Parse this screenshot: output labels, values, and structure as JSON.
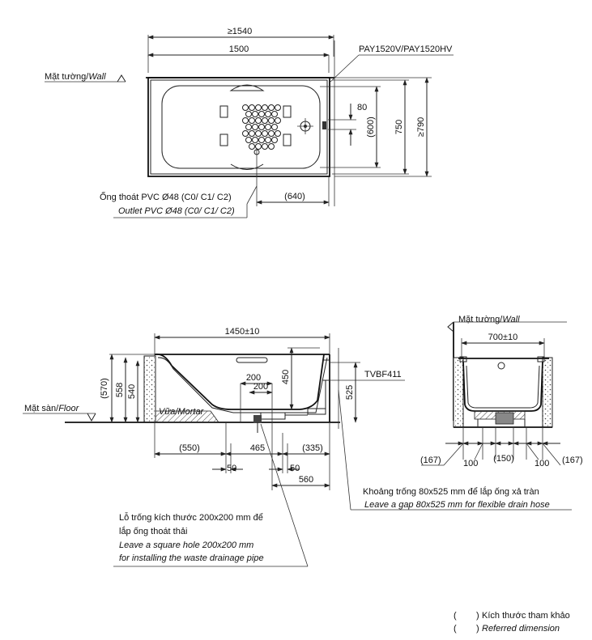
{
  "top_view": {
    "wall_label_vi": "Mặt tường/",
    "wall_label_en": "Wall",
    "model": "PAY1520V/PAY1520HV",
    "dims": {
      "overall_length": "≥1540",
      "length": "1500",
      "outlet_offset": "(640)",
      "overflow_80": "80",
      "inner_600": "(600)",
      "width_750": "750",
      "overall_width": "≥790"
    },
    "outlet_label_vi": "Ống thoát PVC Ø48 (C0/ C1/ C2)",
    "outlet_label_en": "Outlet PVC Ø48 (C0/ C1/ C2)"
  },
  "side_view": {
    "floor_label_vi": "Mặt sàn/",
    "floor_label_en": "Floor",
    "mortar_label": "Vữa/Mortar",
    "drain_model": "TVBF411",
    "dims": {
      "length_tol": "1450±10",
      "h570": "(570)",
      "h558": "558",
      "h540": "540",
      "h450": "450",
      "h525": "525",
      "sq200_a": "200",
      "sq200_b": "200",
      "d550": "(550)",
      "d465": "465",
      "d335": "(335)",
      "d50_left": "50",
      "d50_right": "50",
      "d560": "560"
    }
  },
  "end_view": {
    "wall_label_vi": "Mặt tường/",
    "wall_label_en": "Wall",
    "dims": {
      "width_tol": "700±10",
      "w167_left": "(167)",
      "w100_left": "100",
      "w150": "(150)",
      "w100_right": "100",
      "w167_right": "(167)"
    }
  },
  "notes": {
    "gap_vi": "Khoảng trống 80x525 mm để lắp ống xả tràn",
    "gap_en": "Leave a gap 80x525 mm for flexible drain hose",
    "hole_vi_1": "Lỗ trống kích thước 200x200 mm để",
    "hole_vi_2": "lắp ống thoát thải",
    "hole_en_1": "Leave a square hole  200x200 mm",
    "hole_en_2": "for installing the waste drainage pipe"
  },
  "legend": {
    "ref_vi": "Kích thước tham khảo",
    "ref_en": "Referred dimension"
  }
}
